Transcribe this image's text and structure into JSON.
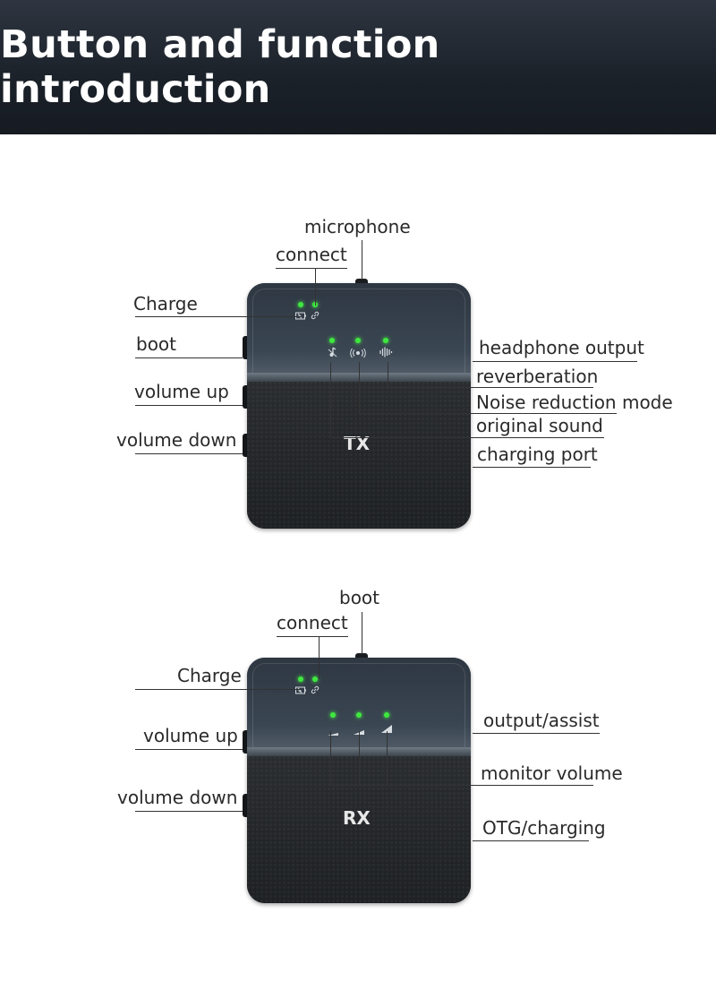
{
  "title": "Button and function introduction",
  "tx": {
    "name": "TX",
    "labels": {
      "microphone": "microphone",
      "connect": "connect",
      "charge": "Charge",
      "boot": "boot",
      "volume_up": "volume up",
      "volume_down": "volume down",
      "headphone_output": "headphone output",
      "reverberation": "reverberation",
      "noise_reduction": "Noise reduction mode",
      "original_sound": "original sound",
      "charging_port": "charging port"
    }
  },
  "rx": {
    "name": "RX",
    "labels": {
      "boot": "boot",
      "connect": "connect",
      "charge": "Charge",
      "volume_up": "volume up",
      "volume_down": "volume down",
      "output_assist": "output/assist",
      "monitor_volume": "monitor volume",
      "otg_charging": "OTG/charging"
    }
  },
  "colors": {
    "header_bg": "#1b2129",
    "led": "#3ee83e",
    "device_body": "#1e2124"
  },
  "icons": [
    "battery-icon",
    "link-icon",
    "music-note-icon",
    "broadcast-icon",
    "waveform-icon",
    "volume-level-icon"
  ]
}
